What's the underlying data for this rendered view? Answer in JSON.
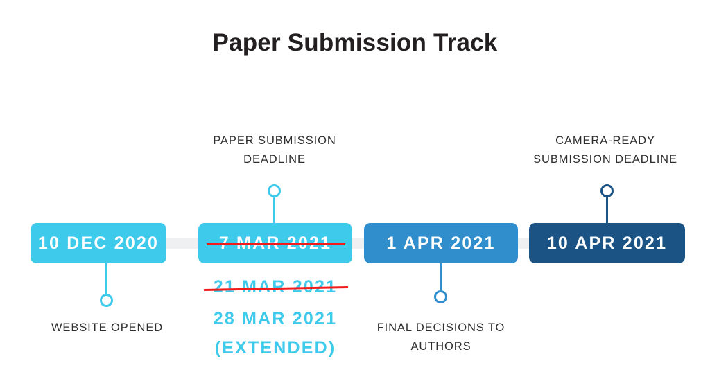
{
  "page": {
    "title": "Paper Submission Track",
    "background": "#ffffff",
    "track_color": "#eef0f2",
    "strike_color": "#f21c1c",
    "caption_color": "#2e2e2e"
  },
  "milestones": [
    {
      "id": "website-opened",
      "date": "10 DEC 2020",
      "caption": "WEBSITE OPENED",
      "color": "#3ecaea",
      "connector": "below",
      "struck": false
    },
    {
      "id": "paper-submission-deadline",
      "date": "7 MAR 2021",
      "caption": "PAPER SUBMISSION\nDEADLINE",
      "color": "#3ecaea",
      "connector": "above",
      "struck": true,
      "revised_dates": [
        {
          "text": "21 MAR 2021",
          "struck": true,
          "color": "#3ecaea"
        },
        {
          "text": "28 MAR 2021",
          "struck": false,
          "color": "#3ecaea"
        },
        {
          "text": "(EXTENDED)",
          "struck": false,
          "color": "#3ecaea"
        }
      ]
    },
    {
      "id": "final-decisions",
      "date": "1 APR 2021",
      "caption": "FINAL DECISIONS TO\nAUTHORS",
      "color": "#2f8ecb",
      "connector": "below",
      "struck": false
    },
    {
      "id": "camera-ready-deadline",
      "date": "10 APR 2021",
      "caption": "CAMERA-READY\nSUBMISSION DEADLINE",
      "color": "#1b5384",
      "connector": "above",
      "struck": false
    }
  ]
}
